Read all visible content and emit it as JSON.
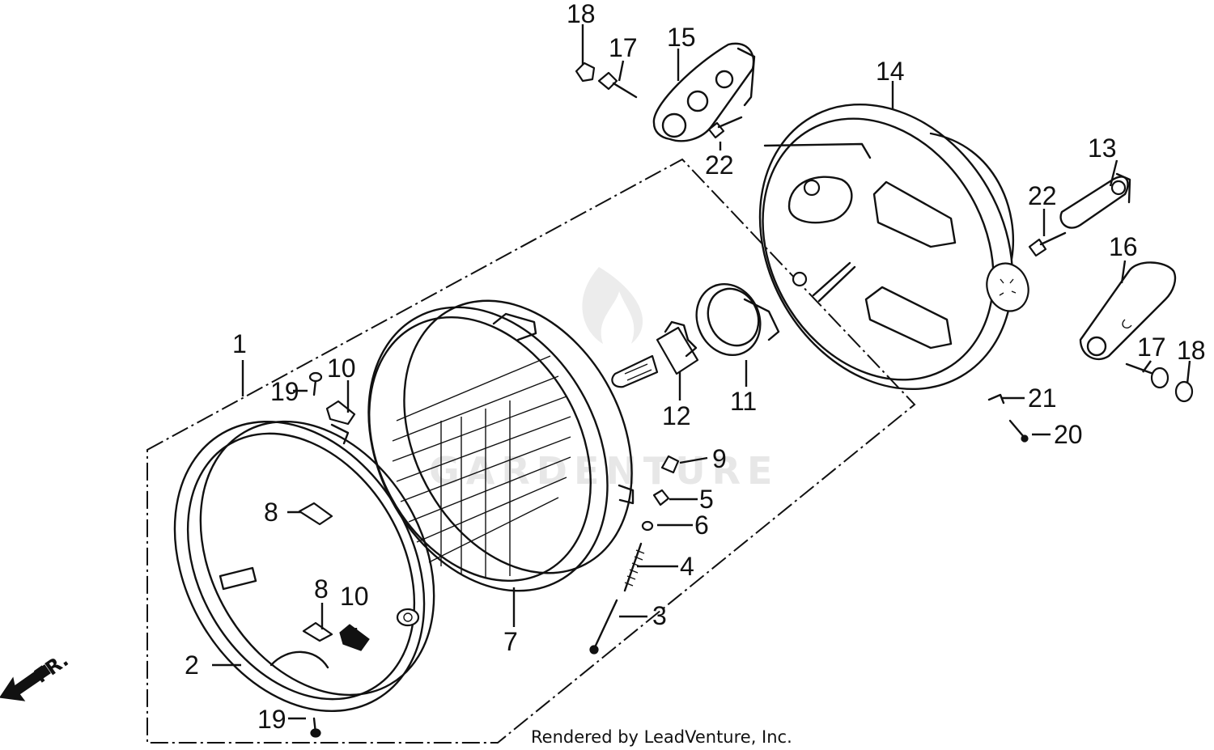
{
  "diagram": {
    "credit": "Rendered by LeadVenture, Inc.",
    "watermark": "GARDENTURE",
    "front_marker": "FR.",
    "callouts": {
      "c1": "1",
      "c2": "2",
      "c3": "3",
      "c4": "4",
      "c5": "5",
      "c6": "6",
      "c7": "7",
      "c8a": "8",
      "c8b": "8",
      "c9": "9",
      "c10a": "10",
      "c10b": "10",
      "c11": "11",
      "c12": "12",
      "c13": "13",
      "c14": "14",
      "c15": "15",
      "c16": "16",
      "c17a": "17",
      "c17b": "17",
      "c18a": "18",
      "c18b": "18",
      "c19a": "19",
      "c19b": "19",
      "c20": "20",
      "c21": "21",
      "c22a": "22",
      "c22b": "22"
    }
  }
}
